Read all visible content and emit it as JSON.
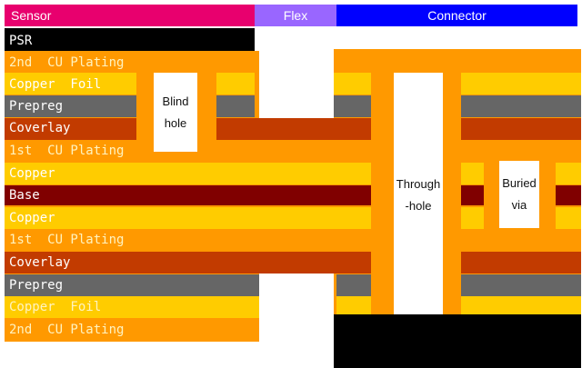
{
  "colors": {
    "plating": "#ff9900",
    "copper": "#ffcc00",
    "prepreg": "#666666",
    "coverlay": "#c23b00",
    "base": "#800000",
    "psr": "#000000",
    "sensor": "#e8006e",
    "flex": "#9966ff",
    "connector": "#0000ff",
    "white": "#ffffff",
    "black": "#000000"
  },
  "zones": {
    "sensor": "Sensor",
    "flex": "Flex",
    "connector": "Connector"
  },
  "layers": [
    {
      "label": "PSR",
      "type": "psr"
    },
    {
      "label": "2nd  CU Plating",
      "type": "plating"
    },
    {
      "label": "Copper  Foil",
      "type": "copper"
    },
    {
      "label": "Prepreg",
      "type": "prepreg"
    },
    {
      "label": "Coverlay",
      "type": "coverlay"
    },
    {
      "label": "1st  CU Plating",
      "type": "plating"
    },
    {
      "label": "Copper",
      "type": "copper"
    },
    {
      "label": "Base",
      "type": "base"
    },
    {
      "label": "Copper",
      "type": "copper"
    },
    {
      "label": "1st  CU Plating",
      "type": "plating"
    },
    {
      "label": "Coverlay",
      "type": "coverlay"
    },
    {
      "label": "Prepreg",
      "type": "prepreg"
    },
    {
      "label": "Copper  Foil",
      "type": "copper"
    },
    {
      "label": "2nd  CU Plating",
      "type": "plating"
    }
  ],
  "holes": {
    "blind": [
      "Blind",
      "hole"
    ],
    "through": [
      "Through",
      "-hole"
    ],
    "buried": [
      "Buried",
      "via"
    ]
  }
}
